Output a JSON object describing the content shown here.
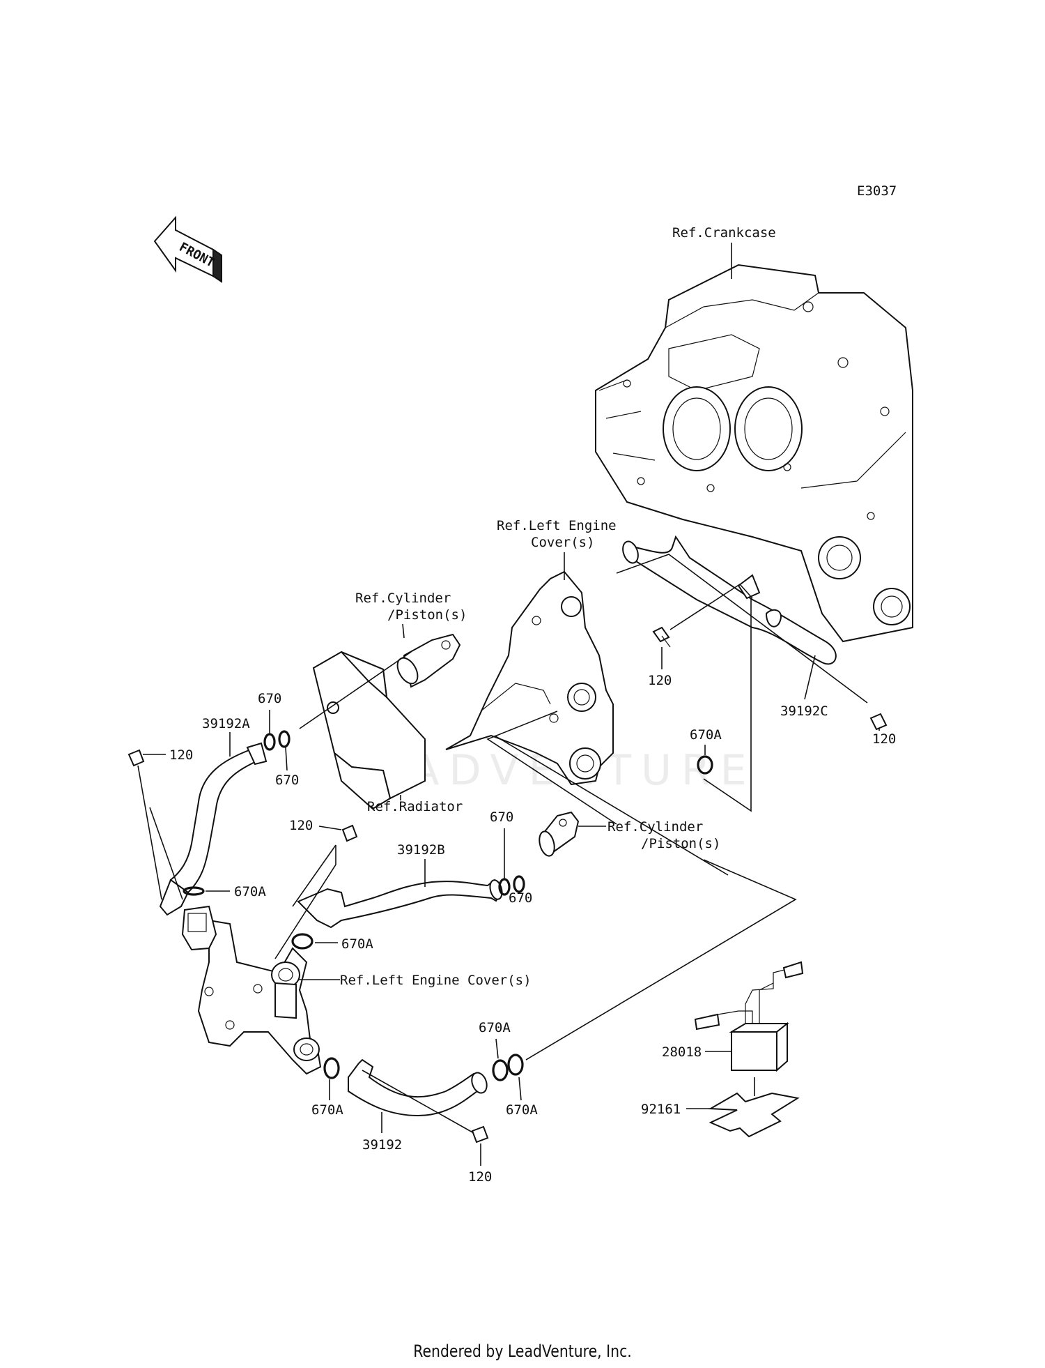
{
  "diagram_code": "E3037",
  "front_label": "FRONT",
  "watermark": "LEADVENTURE",
  "footer": "Rendered by LeadVenture, Inc.",
  "references": {
    "crankcase": "Ref.Crankcase",
    "left_engine_cover_top_1": "Ref.Left Engine",
    "left_engine_cover_top_2": "Cover(s)",
    "cylinder_piston_1_line1": "Ref.Cylinder",
    "cylinder_piston_1_line2": "/Piston(s)",
    "radiator": "Ref.Radiator",
    "cylinder_piston_2_line1": "Ref.Cylinder",
    "cylinder_piston_2_line2": "/Piston(s)",
    "left_engine_cover_bottom": "Ref.Left Engine Cover(s)"
  },
  "parts": {
    "bolt_120_a": "120",
    "bolt_120_b": "120",
    "bolt_120_c": "120",
    "bolt_120_d": "120",
    "bolt_120_e": "120",
    "oring_670_a": "670",
    "oring_670_b": "670",
    "oring_670_c": "670",
    "oring_670_d": "670",
    "oring_670A_a": "670A",
    "oring_670A_b": "670A",
    "oring_670A_c": "670A",
    "oring_670A_d": "670A",
    "oring_670A_e": "670A",
    "oring_670A_f": "670A",
    "hose_39192A": "39192A",
    "hose_39192B": "39192B",
    "hose_39192C": "39192C",
    "hose_39192": "39192",
    "unit_28018": "28018",
    "pad_92161": "92161"
  }
}
